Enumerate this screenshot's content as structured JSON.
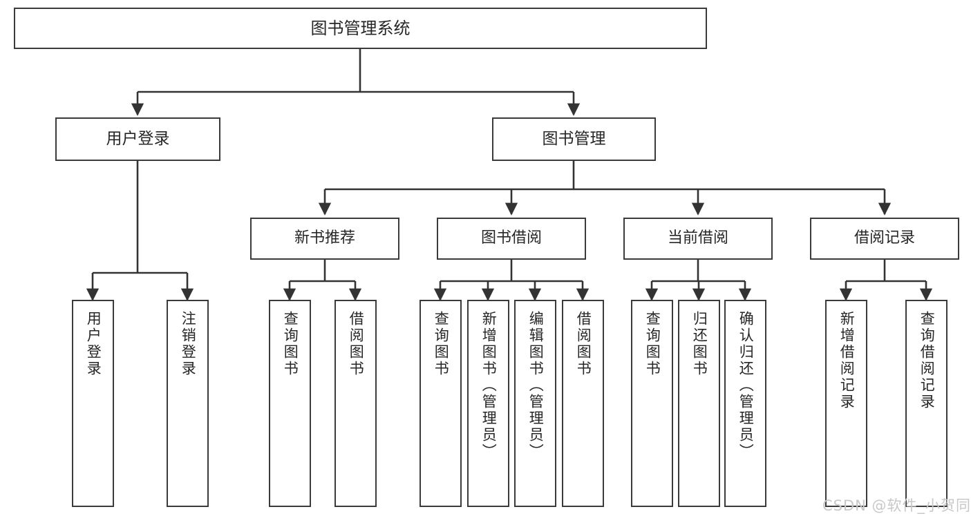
{
  "diagram": {
    "type": "tree",
    "title": "图书管理系统",
    "root": {
      "id": "root",
      "label": "图书管理系统"
    },
    "level2": [
      {
        "id": "user-login",
        "label": "用户登录"
      },
      {
        "id": "book-manage",
        "label": "图书管理"
      }
    ],
    "level3": [
      {
        "id": "new-book-rec",
        "label": "新书推荐",
        "parent": "book-manage"
      },
      {
        "id": "book-borrow",
        "label": "图书借阅",
        "parent": "book-manage"
      },
      {
        "id": "current-borrow",
        "label": "当前借阅",
        "parent": "book-manage"
      },
      {
        "id": "borrow-record",
        "label": "借阅记录",
        "parent": "book-manage"
      }
    ],
    "leaves": [
      {
        "id": "leaf-user-login",
        "label": "用户登录",
        "parent": "user-login"
      },
      {
        "id": "leaf-logout",
        "label": "注销登录",
        "parent": "user-login"
      },
      {
        "id": "leaf-query-book-1",
        "label": "查询图书",
        "parent": "new-book-rec"
      },
      {
        "id": "leaf-borrow-book-1",
        "label": "借阅图书",
        "parent": "new-book-rec"
      },
      {
        "id": "leaf-query-book-2",
        "label": "查询图书",
        "parent": "book-borrow"
      },
      {
        "id": "leaf-add-book",
        "label": "新增图书（管理员）",
        "parent": "book-borrow"
      },
      {
        "id": "leaf-edit-book",
        "label": "编辑图书（管理员）",
        "parent": "book-borrow"
      },
      {
        "id": "leaf-borrow-book-2",
        "label": "借阅图书",
        "parent": "book-borrow"
      },
      {
        "id": "leaf-query-book-3",
        "label": "查询图书",
        "parent": "current-borrow"
      },
      {
        "id": "leaf-return-book",
        "label": "归还图书",
        "parent": "current-borrow"
      },
      {
        "id": "leaf-confirm-return",
        "label": "确认归还（管理员）",
        "parent": "current-borrow"
      },
      {
        "id": "leaf-add-record",
        "label": "新增借阅记录",
        "parent": "borrow-record"
      },
      {
        "id": "leaf-query-record",
        "label": "查询借阅记录",
        "parent": "borrow-record"
      }
    ],
    "colors": {
      "box_border": "#3a3a3a",
      "box_fill": "#ffffff",
      "text": "#262626",
      "connector": "#333333",
      "watermark": "#c8c8c8"
    }
  },
  "watermark": {
    "text": "CSDN @软件_小贺同学"
  }
}
